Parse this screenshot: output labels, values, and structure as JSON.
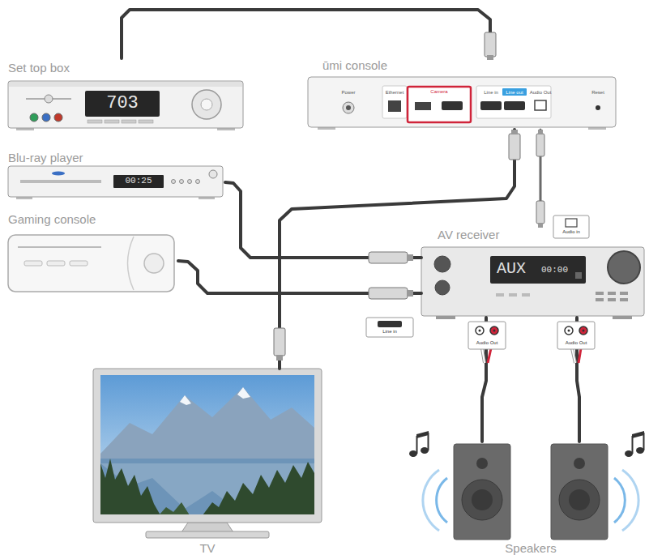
{
  "diagram": {
    "nodes": [
      {
        "text": [
          "Set top box",
          "703"
        ]
      },
      {
        "text": [
          "ūmi console",
          "Power",
          "Ethernet",
          "Camera",
          "Line in",
          "Line out",
          "Audio Out",
          "Reset"
        ]
      },
      {
        "text": [
          "Blu-ray player",
          "00:25"
        ]
      },
      {
        "text": [
          "Gaming console"
        ]
      },
      {
        "text": [
          "AV receiver",
          "AUX",
          "00:00"
        ]
      },
      {
        "text": [
          "TV"
        ]
      },
      {
        "text": [
          "Speakers"
        ]
      }
    ],
    "edges": [
      {
        "from": 0,
        "to": 1,
        "arrow": "none"
      },
      {
        "from": 1,
        "to": 5,
        "arrow": "none"
      },
      {
        "from": 1,
        "to": 4,
        "arrow": "none"
      },
      {
        "from": 2,
        "to": 4,
        "arrow": "none"
      },
      {
        "from": 3,
        "to": 4,
        "arrow": "none"
      },
      {
        "from": 4,
        "to": 6,
        "arrow": "none"
      },
      {
        "from": 4,
        "to": 6,
        "arrow": "none"
      }
    ],
    "labels": [
      "Audio in",
      "Line in",
      "Audio Out",
      "Audio Out"
    ]
  }
}
